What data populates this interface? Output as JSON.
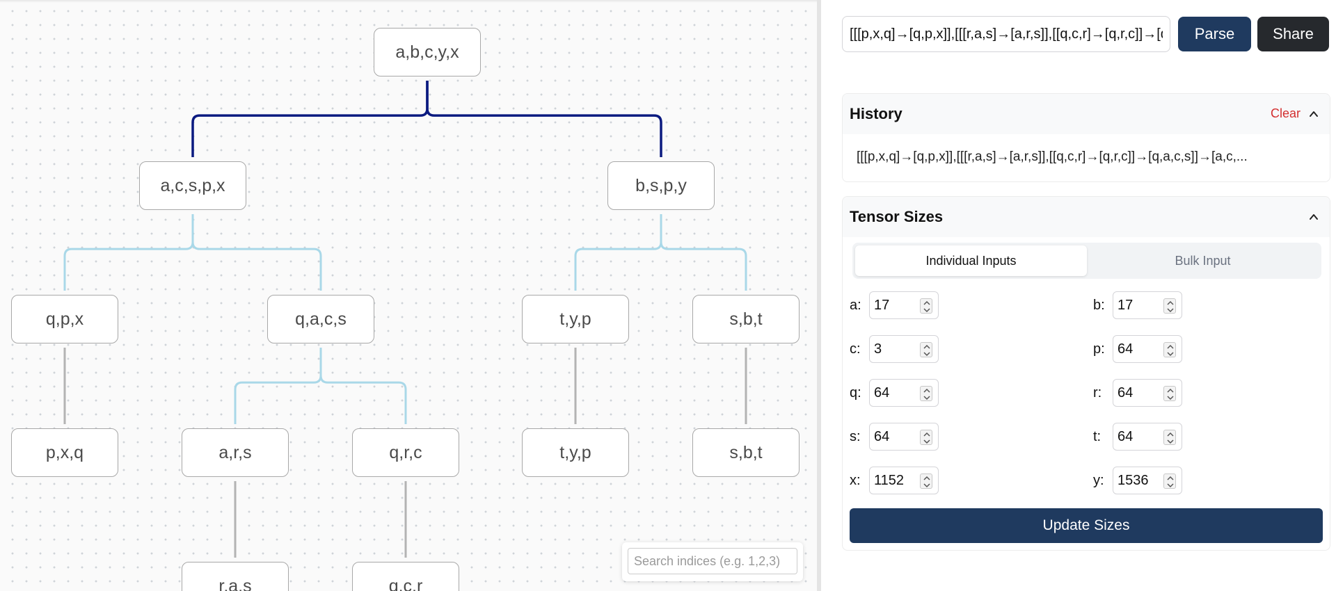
{
  "tree": {
    "nodes": [
      {
        "id": "root",
        "label": "a,b,c,y,x"
      },
      {
        "id": "n1",
        "label": "a,c,s,p,x"
      },
      {
        "id": "n2",
        "label": "b,s,p,y"
      },
      {
        "id": "n3",
        "label": "q,p,x"
      },
      {
        "id": "n4",
        "label": "q,a,c,s"
      },
      {
        "id": "n5",
        "label": "t,y,p"
      },
      {
        "id": "n6",
        "label": "s,b,t"
      },
      {
        "id": "n7",
        "label": "p,x,q"
      },
      {
        "id": "n8",
        "label": "a,r,s"
      },
      {
        "id": "n9",
        "label": "q,r,c"
      },
      {
        "id": "n10",
        "label": "t,y,p"
      },
      {
        "id": "n11",
        "label": "s,b,t"
      },
      {
        "id": "n12",
        "label": "r,a,s"
      },
      {
        "id": "n13",
        "label": "q,c,r"
      }
    ],
    "edges": [
      {
        "from": "root",
        "to": "n1",
        "style": "dark"
      },
      {
        "from": "root",
        "to": "n2",
        "style": "dark"
      },
      {
        "from": "n1",
        "to": "n3",
        "style": "light"
      },
      {
        "from": "n1",
        "to": "n4",
        "style": "light"
      },
      {
        "from": "n2",
        "to": "n5",
        "style": "light"
      },
      {
        "from": "n2",
        "to": "n6",
        "style": "light"
      },
      {
        "from": "n3",
        "to": "n7",
        "style": "gray"
      },
      {
        "from": "n4",
        "to": "n8",
        "style": "light"
      },
      {
        "from": "n4",
        "to": "n9",
        "style": "light"
      },
      {
        "from": "n5",
        "to": "n10",
        "style": "gray"
      },
      {
        "from": "n6",
        "to": "n11",
        "style": "gray"
      },
      {
        "from": "n8",
        "to": "n12",
        "style": "gray"
      },
      {
        "from": "n9",
        "to": "n13",
        "style": "gray"
      }
    ],
    "colors": {
      "dark": "#0b1a80",
      "light": "#a9d8e8",
      "gray": "#b3b3b3"
    }
  },
  "search": {
    "placeholder": "Search indices (e.g. 1,2,3)",
    "value": ""
  },
  "toolbar": {
    "expression_value": "[[[p,x,q]→[q,p,x]],[[[r,a,s]→[a,r,s]],[[q,c,r]→[q,r,c]]→[q,a,c,s]]→[a,c,s,p,x]],[[[t,y,p]→[t,y,p]],[[s,b,t]→[s,b,t]]→[b,s,p,y]]→[a,b,c,y,x]]",
    "parse_label": "Parse",
    "share_label": "Share"
  },
  "history": {
    "title": "History",
    "clear_label": "Clear",
    "chevron_icon": "chevron-up-icon",
    "items": [
      "[[[p,x,q]→[q,p,x]],[[[r,a,s]→[a,r,s]],[[q,c,r]→[q,r,c]]→[q,a,c,s]]→[a,c,..."
    ]
  },
  "tensor_sizes": {
    "title": "Tensor Sizes",
    "chevron_icon": "chevron-up-icon",
    "tabs": [
      {
        "label": "Individual Inputs",
        "active": true
      },
      {
        "label": "Bulk Input",
        "active": false
      }
    ],
    "sizes": [
      {
        "name": "a",
        "label": "a:",
        "value": "17"
      },
      {
        "name": "b",
        "label": "b:",
        "value": "17"
      },
      {
        "name": "c",
        "label": "c:",
        "value": "3"
      },
      {
        "name": "p",
        "label": "p:",
        "value": "64"
      },
      {
        "name": "q",
        "label": "q:",
        "value": "64"
      },
      {
        "name": "r",
        "label": "r:",
        "value": "64"
      },
      {
        "name": "s",
        "label": "s:",
        "value": "64"
      },
      {
        "name": "t",
        "label": "t:",
        "value": "64"
      },
      {
        "name": "x",
        "label": "x:",
        "value": "1152"
      },
      {
        "name": "y",
        "label": "y:",
        "value": "1536"
      }
    ],
    "update_label": "Update Sizes"
  },
  "colors": {
    "primary": "#1f3a5f",
    "share": "#26292d",
    "clear": "#d32f2f"
  }
}
